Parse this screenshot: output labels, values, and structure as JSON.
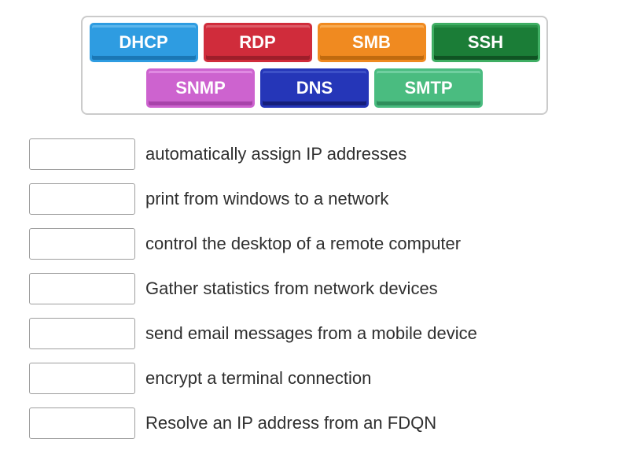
{
  "palette": {
    "page_bg": "#ffffff",
    "panel_border": "#cbcbcb",
    "slot_border": "#9e9e9e",
    "clue_text_color": "#2f2f2f",
    "chip_text_color": "#ffffff"
  },
  "word_bank": {
    "chips": [
      {
        "label": "DHCP",
        "row": 1,
        "base": "#2e9ce1",
        "light": "#5cb6ec",
        "dark": "#1a77b5"
      },
      {
        "label": "RDP",
        "row": 1,
        "base": "#d02c3b",
        "light": "#dd5b67",
        "dark": "#9e1e2a"
      },
      {
        "label": "SMB",
        "row": 1,
        "base": "#f08a20",
        "light": "#f8ab52",
        "dark": "#c06a0e"
      },
      {
        "label": "SSH",
        "row": 1,
        "base": "#1b7d37",
        "light": "#2a9249",
        "dark": "#0f5423",
        "edge": "#3fae63"
      },
      {
        "label": "SNMP",
        "row": 2,
        "base": "#cd63cf",
        "light": "#e08ae2",
        "dark": "#a843aa"
      },
      {
        "label": "DNS",
        "row": 2,
        "base": "#2536b8",
        "light": "#3d51c8",
        "dark": "#151f7a"
      },
      {
        "label": "SMTP",
        "row": 2,
        "base": "#4abc80",
        "light": "#70cfa0",
        "dark": "#2f8f5c"
      }
    ]
  },
  "questions": [
    "automatically assign IP addresses",
    "print from windows to a network",
    "control the desktop of a remote computer",
    "Gather statistics from network devices",
    "send email messages from a mobile device",
    "encrypt a terminal connection",
    "Resolve an IP address from an FDQN"
  ]
}
